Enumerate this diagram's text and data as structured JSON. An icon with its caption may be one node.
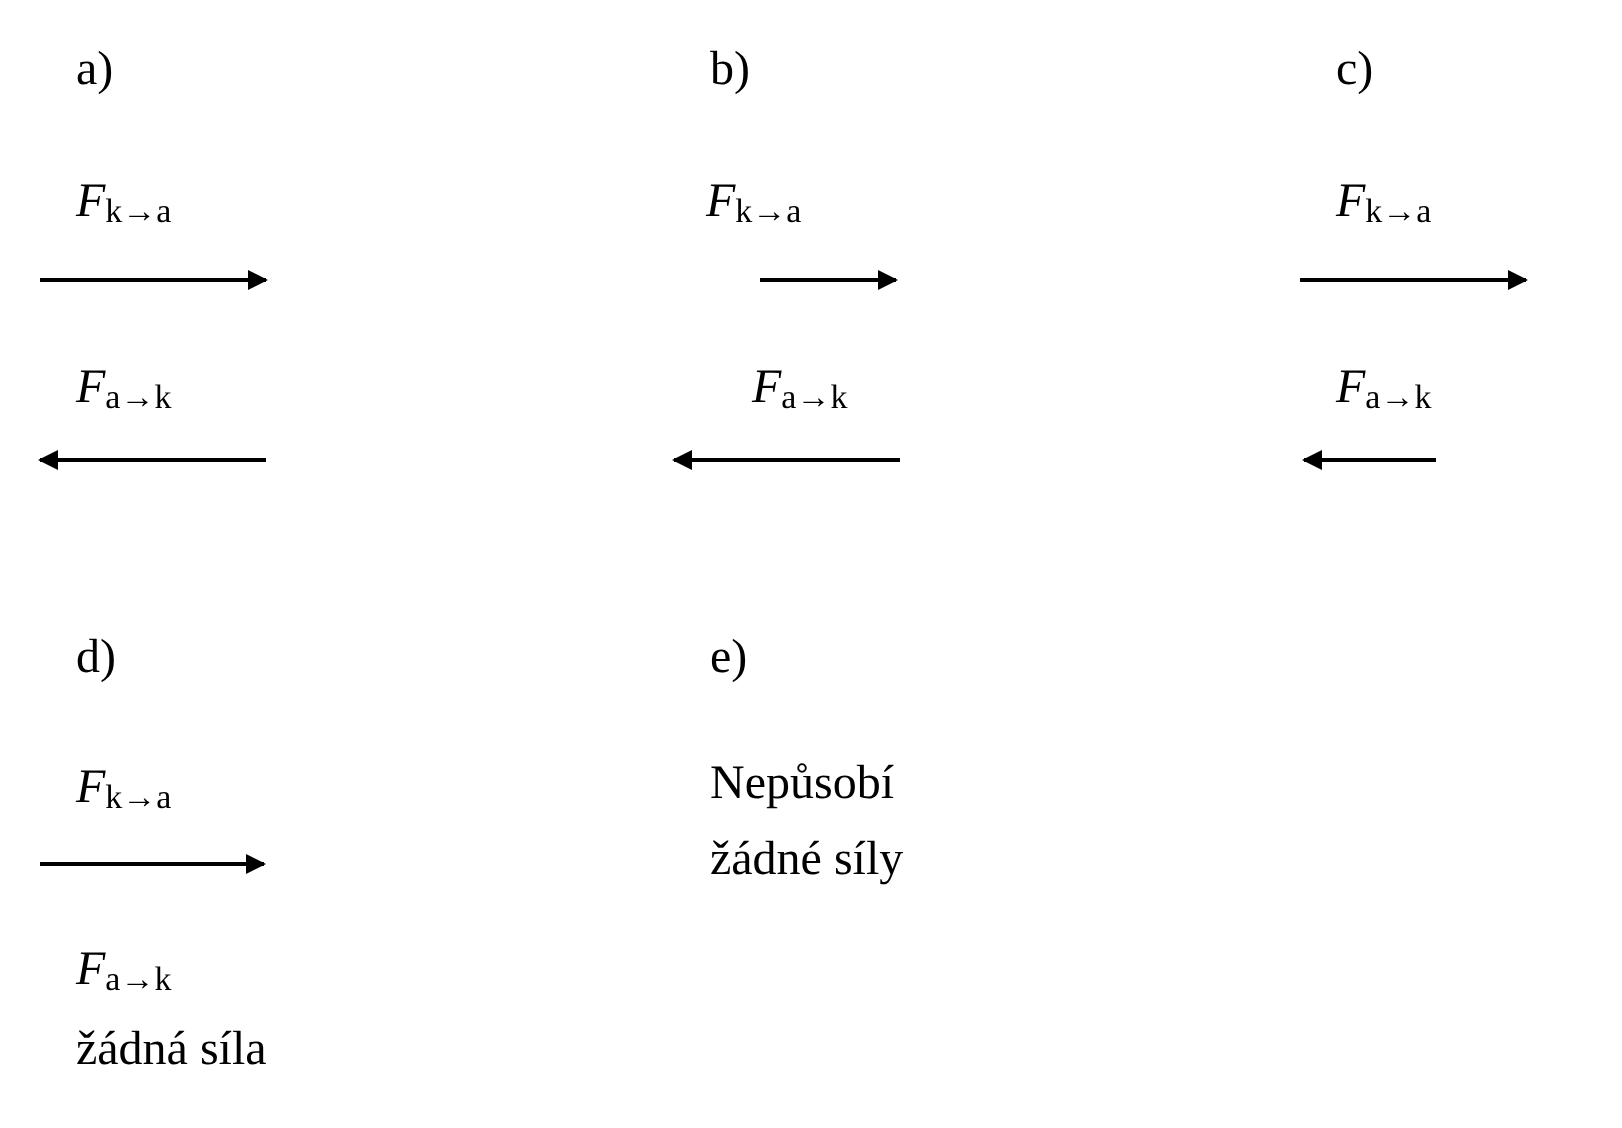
{
  "diagram": {
    "labels": [
      "a)",
      "b)",
      "c)",
      "*F*$_{k→a}$",
      "*F*$_{k→a}$",
      "*F*$_{k→a}$",
      "*F*$_{a→k}$",
      "*F*$_{a→k}$",
      "*F*$_{a→k}$",
      "d)",
      "e)",
      "*F*$_{k→a}$",
      "Nepůsobí žádné síly",
      "*F*$_{a→k}$",
      "žádná síla"
    ]
  }
}
